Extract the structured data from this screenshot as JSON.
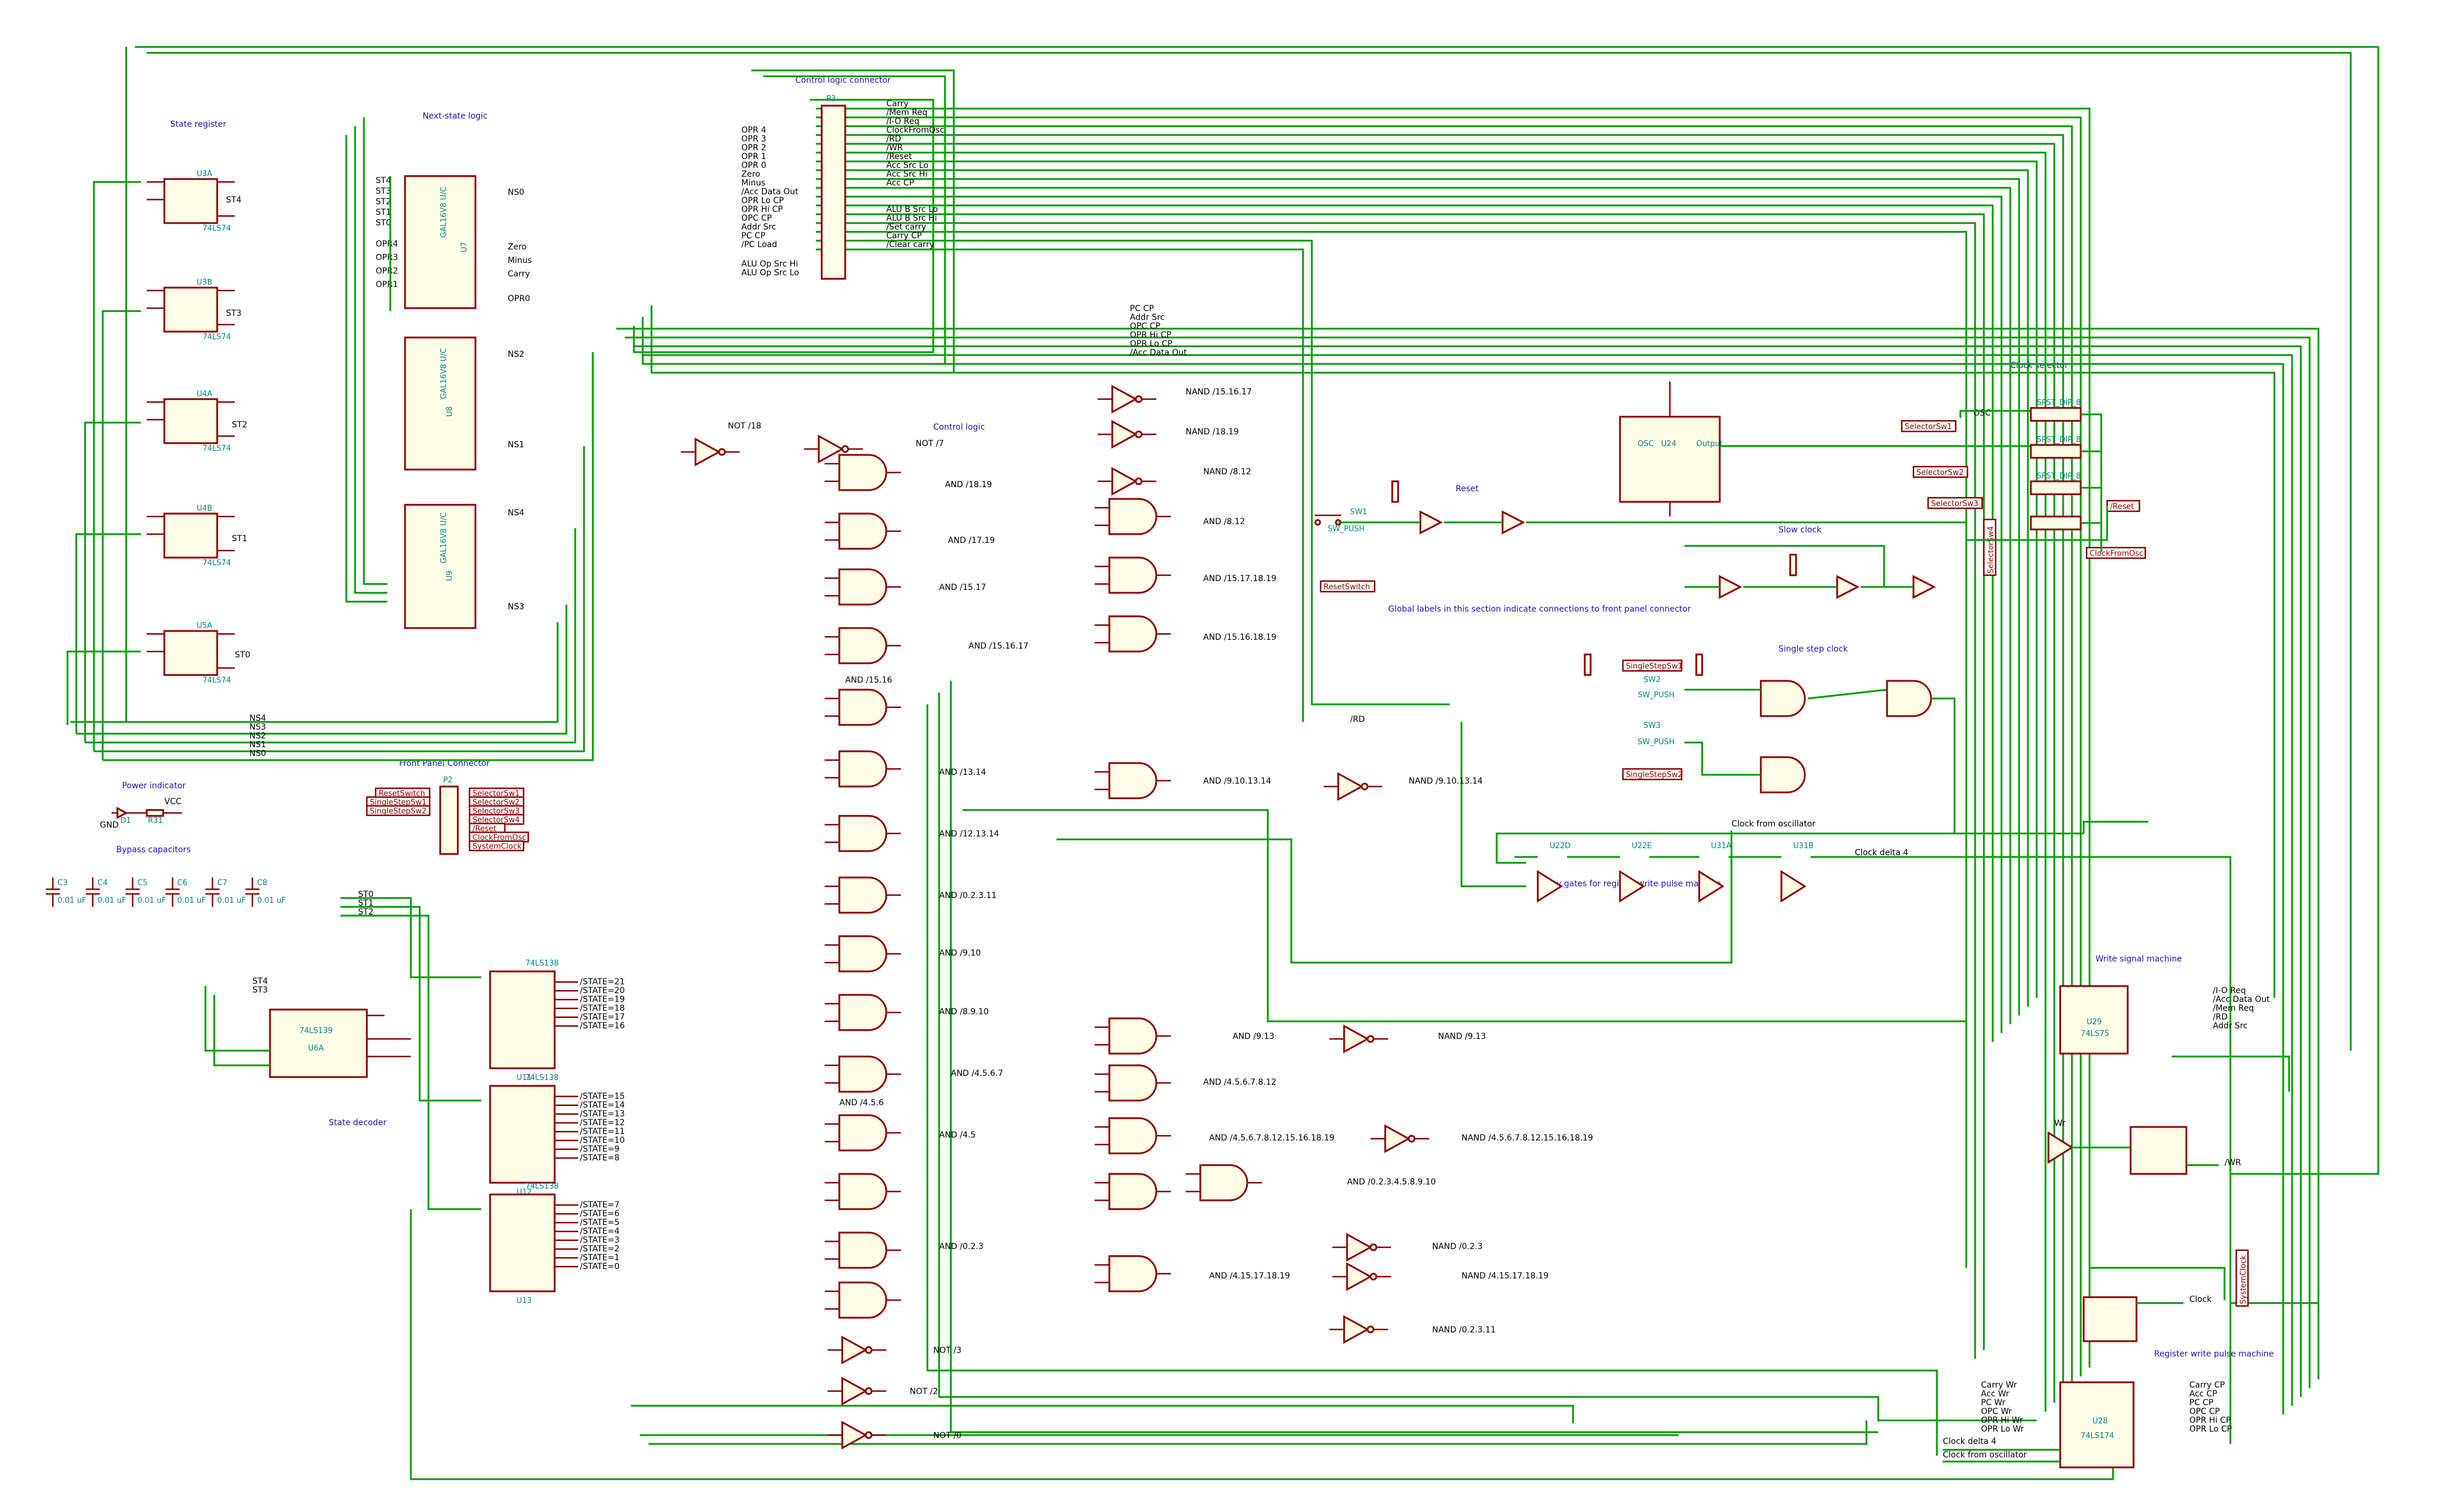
{
  "sheet": {
    "sections": {
      "state_register": "State register",
      "next_state_logic": "Next-state logic",
      "control_logic_connector": "Control logic connector",
      "control_logic": "Control logic",
      "reset": "Reset",
      "clock_selector": "Clock selector",
      "slow_clock": "Slow clock",
      "single_step_clock": "Single step clock",
      "global_labels_note": "Global labels in this section indicate connections to front panel connector",
      "front_panel_connector": "Front Panel Connector",
      "power_indicator": "Power indicator",
      "bypass_capacitors": "Bypass capacitors",
      "state_decoder": "State decoder",
      "write_signal_machine": "Write signal machine",
      "register_write_pulse_machine": "Register write pulse machine",
      "delay_gates": "Delay gates for register write pulse machine",
      "clock_from_oscillator": "Clock from oscillator"
    },
    "state_register": {
      "flipflops": [
        {
          "ref": "U3A",
          "part": "74LS74",
          "out": "ST4"
        },
        {
          "ref": "U3B",
          "part": "74LS74",
          "out": "ST3"
        },
        {
          "ref": "U4A",
          "part": "74LS74",
          "out": "ST2"
        },
        {
          "ref": "U4B",
          "part": "74LS74",
          "out": "ST1"
        },
        {
          "ref": "U5A",
          "part": "74LS74",
          "out": "ST0"
        }
      ],
      "next_state_nets": [
        "NS4",
        "NS3",
        "NS2",
        "NS1",
        "NS0"
      ]
    },
    "gals": [
      {
        "ref": "U7",
        "part": "GAL16V8 U/C",
        "inputs": [
          "ST4",
          "ST3",
          "ST2",
          "ST1",
          "ST0",
          "OPR4",
          "OPR3",
          "OPR2",
          "OPR1"
        ],
        "outputs": [
          "NS0",
          "Zero",
          "Minus",
          "Carry",
          "OPR0"
        ]
      },
      {
        "ref": "U8",
        "part": "GAL16V8 U/C",
        "inputs": [],
        "outputs": [
          "NS2",
          "NS1"
        ]
      },
      {
        "ref": "U9",
        "part": "GAL16V8 U/C",
        "inputs": [],
        "outputs": [
          "NS4",
          "NS3"
        ]
      }
    ],
    "connector": {
      "ref": "P3",
      "left_labels": [
        "OPR 4",
        "OPR 3",
        "OPR 2",
        "OPR 1",
        "OPR 0",
        "Zero",
        "Minus",
        "/Acc Data Out",
        "OPR Lo CP",
        "OPR Hi CP",
        "OPC CP",
        "Addr Src",
        "PC CP",
        "/PC Load",
        "ALU Op Src Hi",
        "ALU Op Src Lo"
      ],
      "right_labels": [
        "Carry",
        "/Mem Req",
        "/I-O Req",
        "ClockFromOsc",
        "/RD",
        "/WR",
        "/Reset",
        "Acc Src Lo",
        "Acc Src Hi",
        "Acc CP",
        "ALU B Src Lo",
        "ALU B Src Hi",
        "/Set carry",
        "Carry CP",
        "/Clear carry"
      ]
    },
    "front_panel": {
      "ref": "P2",
      "left_labels": [
        "ResetSwitch",
        "SingleStepSw1",
        "SingleStepSw2"
      ],
      "right_labels": [
        "SelectorSw1",
        "SelectorSw2",
        "SelectorSw3",
        "SelectorSw4",
        "/Reset",
        "ClockFromOsc",
        "SystemClock"
      ]
    },
    "control_logic_nets": [
      "NOT /18",
      "NOT /7",
      "NAND /15.16.17",
      "NAND /18.19",
      "NAND /8.12",
      "AND /18.19",
      "AND /8.12",
      "AND /17.19",
      "AND /15.17",
      "AND /15.17.18.19",
      "AND /15.16.17",
      "AND /15.16.18.19",
      "AND /15.16",
      "AND /13.14",
      "AND /9.10.13.14",
      "NAND /9.10.13.14",
      "AND /12.13.14",
      "AND /0.2.3.11",
      "AND /9.10",
      "AND /8.9.10",
      "AND /9.13",
      "NAND /9.13",
      "AND /4.5.6.7",
      "AND /4.5.6.7.8.12",
      "AND /4.5.6",
      "AND /4.5.6.7.8.12.15.16.18.19",
      "NAND /4.5.6.7.8.12.15.16.18.19",
      "AND /4.5",
      "AND /0.2.3.4.5.8.9.10",
      "AND /0.2.3",
      "NAND /0.2.3",
      "AND /4.15.17.18.19",
      "NAND /4.15.17.18.19",
      "NAND /0.2.3.11",
      "NOT /3",
      "NOT /2",
      "NOT /0",
      "/RD"
    ],
    "buses": [
      "PC CP",
      "Addr Src",
      "OPC CP",
      "OPR Hi CP",
      "OPR Lo CP",
      "/Acc Data Out"
    ],
    "decoder": {
      "demux": {
        "ref": "U6A",
        "part": "74LS139",
        "inputs": [
          "ST4",
          "ST3"
        ]
      },
      "decoders": [
        {
          "ref": "U11",
          "part": "74LS138",
          "outputs": [
            "/STATE=21",
            "/STATE=20",
            "/STATE=19",
            "/STATE=18",
            "/STATE=17",
            "/STATE=16"
          ]
        },
        {
          "ref": "U12",
          "part": "74LS138",
          "outputs": [
            "/STATE=15",
            "/STATE=14",
            "/STATE=13",
            "/STATE=12",
            "/STATE=11",
            "/STATE=10",
            "/STATE=9",
            "/STATE=8"
          ]
        },
        {
          "ref": "U13",
          "part": "74LS138",
          "outputs": [
            "/STATE=7",
            "/STATE=6",
            "/STATE=5",
            "/STATE=4",
            "/STATE=3",
            "/STATE=2",
            "/STATE=1",
            "/STATE=0"
          ]
        }
      ],
      "state_inputs": [
        "ST0",
        "ST1",
        "ST2"
      ]
    },
    "oscillator": {
      "ref": "U24",
      "part": "OSC",
      "output_label": "Output",
      "net": "OSC"
    },
    "clock_selector": {
      "switches": [
        "SPST_DIP_8",
        "SPST_DIP_8",
        "SPST_DIP_8"
      ],
      "labels": [
        "SelectorSw1",
        "SelectorSw2",
        "SelectorSw3",
        "SelectorSw4"
      ],
      "outputs": [
        "/Reset",
        "ClockFromOsc"
      ]
    },
    "reset": {
      "switch": "SW1",
      "type": "SW_PUSH",
      "label": "ResetSwitch"
    },
    "single_step": {
      "labels": [
        "SingleStepSw1",
        "SingleStepSw2"
      ],
      "switches": [
        "SW2",
        "SW3"
      ],
      "type": "SW_PUSH"
    },
    "delay_chain": [
      "U22D",
      "U22E",
      "U31A",
      "U31B"
    ],
    "delay_net": "Clock delta 4",
    "write_machine": {
      "ref": "U29",
      "part": "74LS75",
      "outputs": [
        "/I-O Req",
        "/Acc Data Out",
        "/Mem Req",
        "/RD",
        "Addr Src"
      ],
      "wr": "Wr",
      "wr_out": "/WR",
      "clock": "Clock",
      "system_clock": "SystemClock"
    },
    "register_machine": {
      "ref": "U28",
      "part": "74LS174",
      "inputs": [
        "Carry Wr",
        "Acc Wr",
        "PC Wr",
        "OPC Wr",
        "OPR Hi Wr",
        "OPR Lo Wr",
        "Clock delta 4",
        "Clock from oscillator"
      ],
      "outputs": [
        "Carry CP",
        "Acc CP",
        "PC CP",
        "OPC CP",
        "OPR Hi CP",
        "OPR Lo CP"
      ]
    },
    "power_indicator": {
      "led": "D1",
      "resistor": "R31",
      "vcc": "VCC",
      "gnd": "GND"
    },
    "bypass_caps": [
      {
        "ref": "C3",
        "value": "0.01 uF"
      },
      {
        "ref": "C4",
        "value": "0.01 uF"
      },
      {
        "ref": "C5",
        "value": "0.01 uF"
      },
      {
        "ref": "C6",
        "value": "0.01 uF"
      },
      {
        "ref": "C7",
        "value": "0.01 uF"
      },
      {
        "ref": "C8",
        "value": "0.01 uF"
      }
    ],
    "colors": {
      "wire": "#009a00",
      "component": "#8a0000",
      "fill": "#fffde6",
      "text": "#1515b8",
      "ref": "#008484"
    }
  }
}
